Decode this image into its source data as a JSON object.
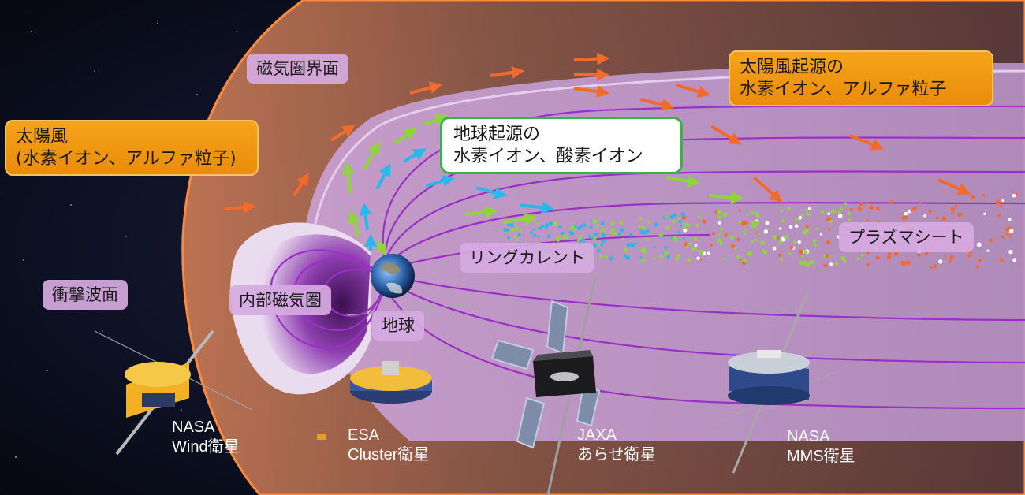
{
  "labels": {
    "magnetopause": "磁気圏界面",
    "solar_wind_line1": "太陽風",
    "solar_wind_line2": "(水素イオン、アルファ粒子)",
    "solar_origin_line1": "太陽風起源の",
    "solar_origin_line2": "水素イオン、アルファ粒子",
    "earth_origin_line1": "地球起源の",
    "earth_origin_line2": "水素イオン、酸素イオン",
    "bow_shock": "衝撃波面",
    "inner_magnetosphere": "内部磁気圏",
    "earth": "地球",
    "ring_current": "リングカレント",
    "plasma_sheet": "プラズマシート"
  },
  "satellites": {
    "wind_line1": "NASA",
    "wind_line2": "Wind衛星",
    "cluster_line1": "ESA",
    "cluster_line2": "Cluster衛星",
    "arase_line1": "JAXA",
    "arase_line2": "あらせ衛星",
    "mms_line1": "NASA",
    "mms_line2": "MMS衛星"
  },
  "colors": {
    "solar_wind_ions": "#f26b2a",
    "earth_ions_green": "#8ed43a",
    "earth_ions_blue": "#2ab8ec",
    "field_lines": "#9b2fc8",
    "label_pink": "#d8aee3",
    "label_orange": "#f29a15",
    "label_green_border": "#37b34a"
  },
  "icons": [
    "earth-globe",
    "wind-satellite",
    "cluster-satellite",
    "arase-satellite",
    "mms-satellite"
  ]
}
